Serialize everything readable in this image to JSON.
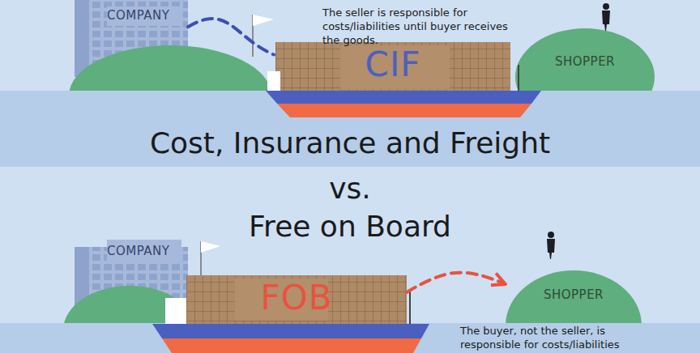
{
  "diagram": {
    "nodes": [
      {
        "text": [
          "COMPANY"
        ]
      },
      {
        "text": [
          "CIF"
        ]
      },
      {
        "text": [
          "SHOPPER"
        ]
      },
      {
        "text": [
          "COMPANY"
        ]
      },
      {
        "text": [
          "FOB"
        ]
      },
      {
        "text": [
          "SHOPPER"
        ]
      }
    ],
    "edges": [
      {
        "from": 0,
        "to": 1,
        "arrow": "none"
      },
      {
        "from": 4,
        "to": 5,
        "arrow": "to"
      }
    ],
    "labels": [
      "The seller is responsible for costs/liabilities until buyer receives the goods.",
      "Cost, Insurance and Freight",
      "vs.",
      "Free on Board",
      "The buyer, not the seller, is responsible for costs/liabilities"
    ]
  }
}
